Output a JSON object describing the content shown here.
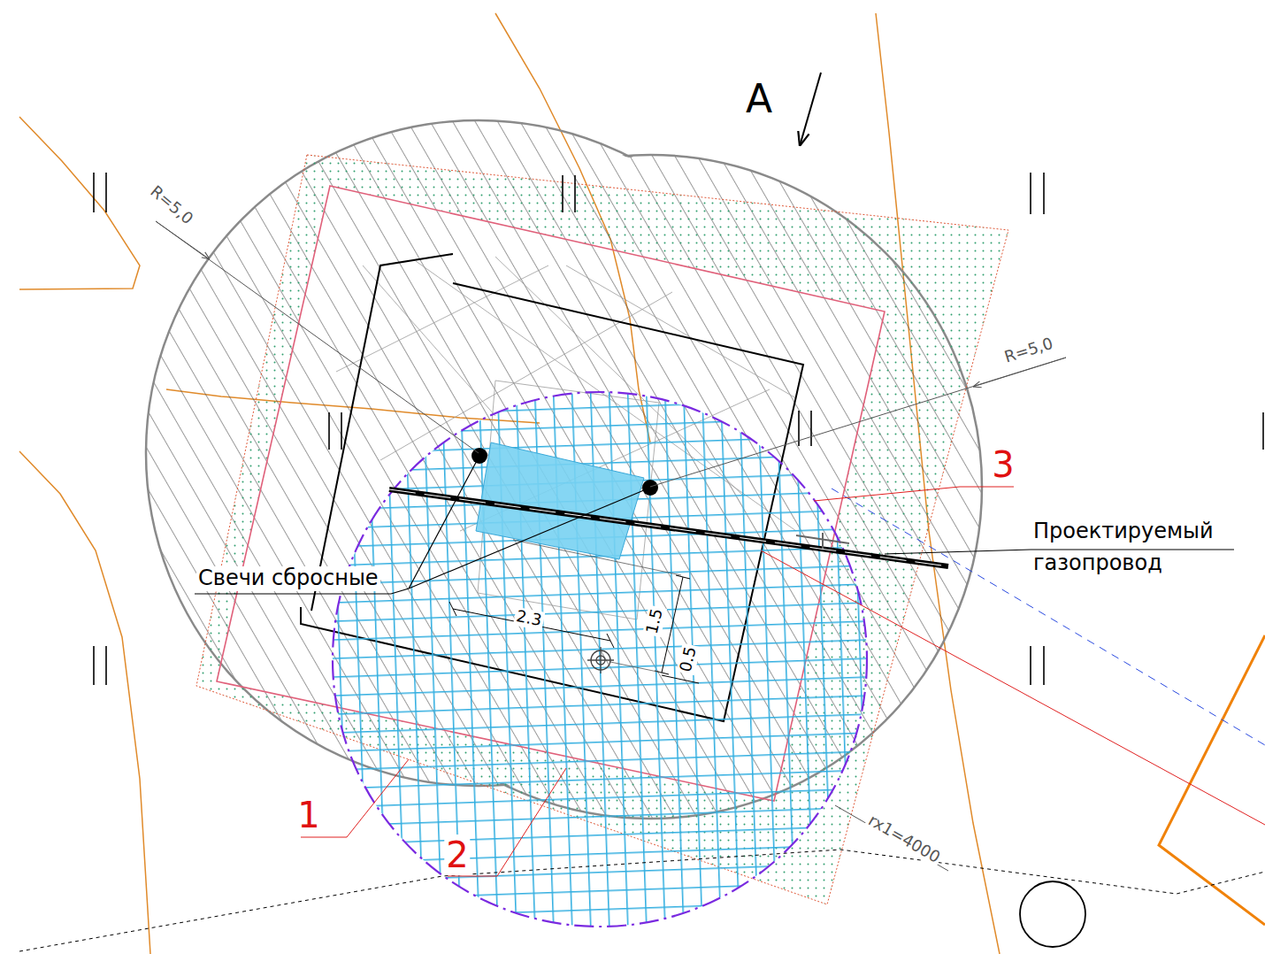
{
  "diagram": {
    "labels": [
      "A",
      "R=5,0",
      "R=5,0",
      "3",
      "Проектируемый газопровод",
      "Свечи сбросные",
      "2.3",
      "1.5",
      "0.5",
      "1",
      "2",
      "rx1=4000"
    ]
  }
}
